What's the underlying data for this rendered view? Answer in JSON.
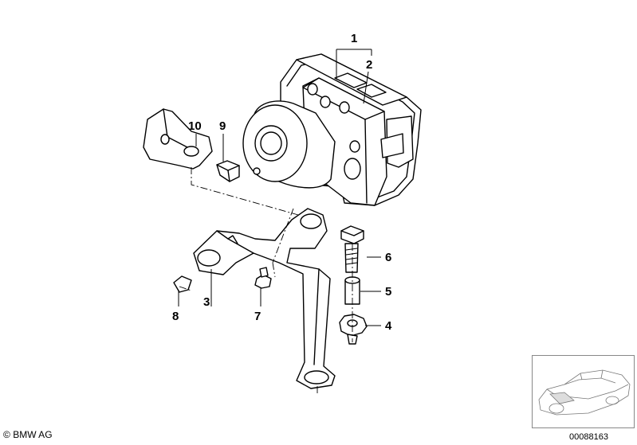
{
  "callouts": {
    "c1": "1",
    "c2": "2",
    "c3": "3",
    "c4": "4",
    "c5": "5",
    "c6": "6",
    "c7": "7",
    "c8": "8",
    "c9": "9",
    "c10": "10"
  },
  "footer": {
    "copyright_symbol": "©",
    "copyright_text": "BMW AG",
    "part_number": "00088163"
  }
}
